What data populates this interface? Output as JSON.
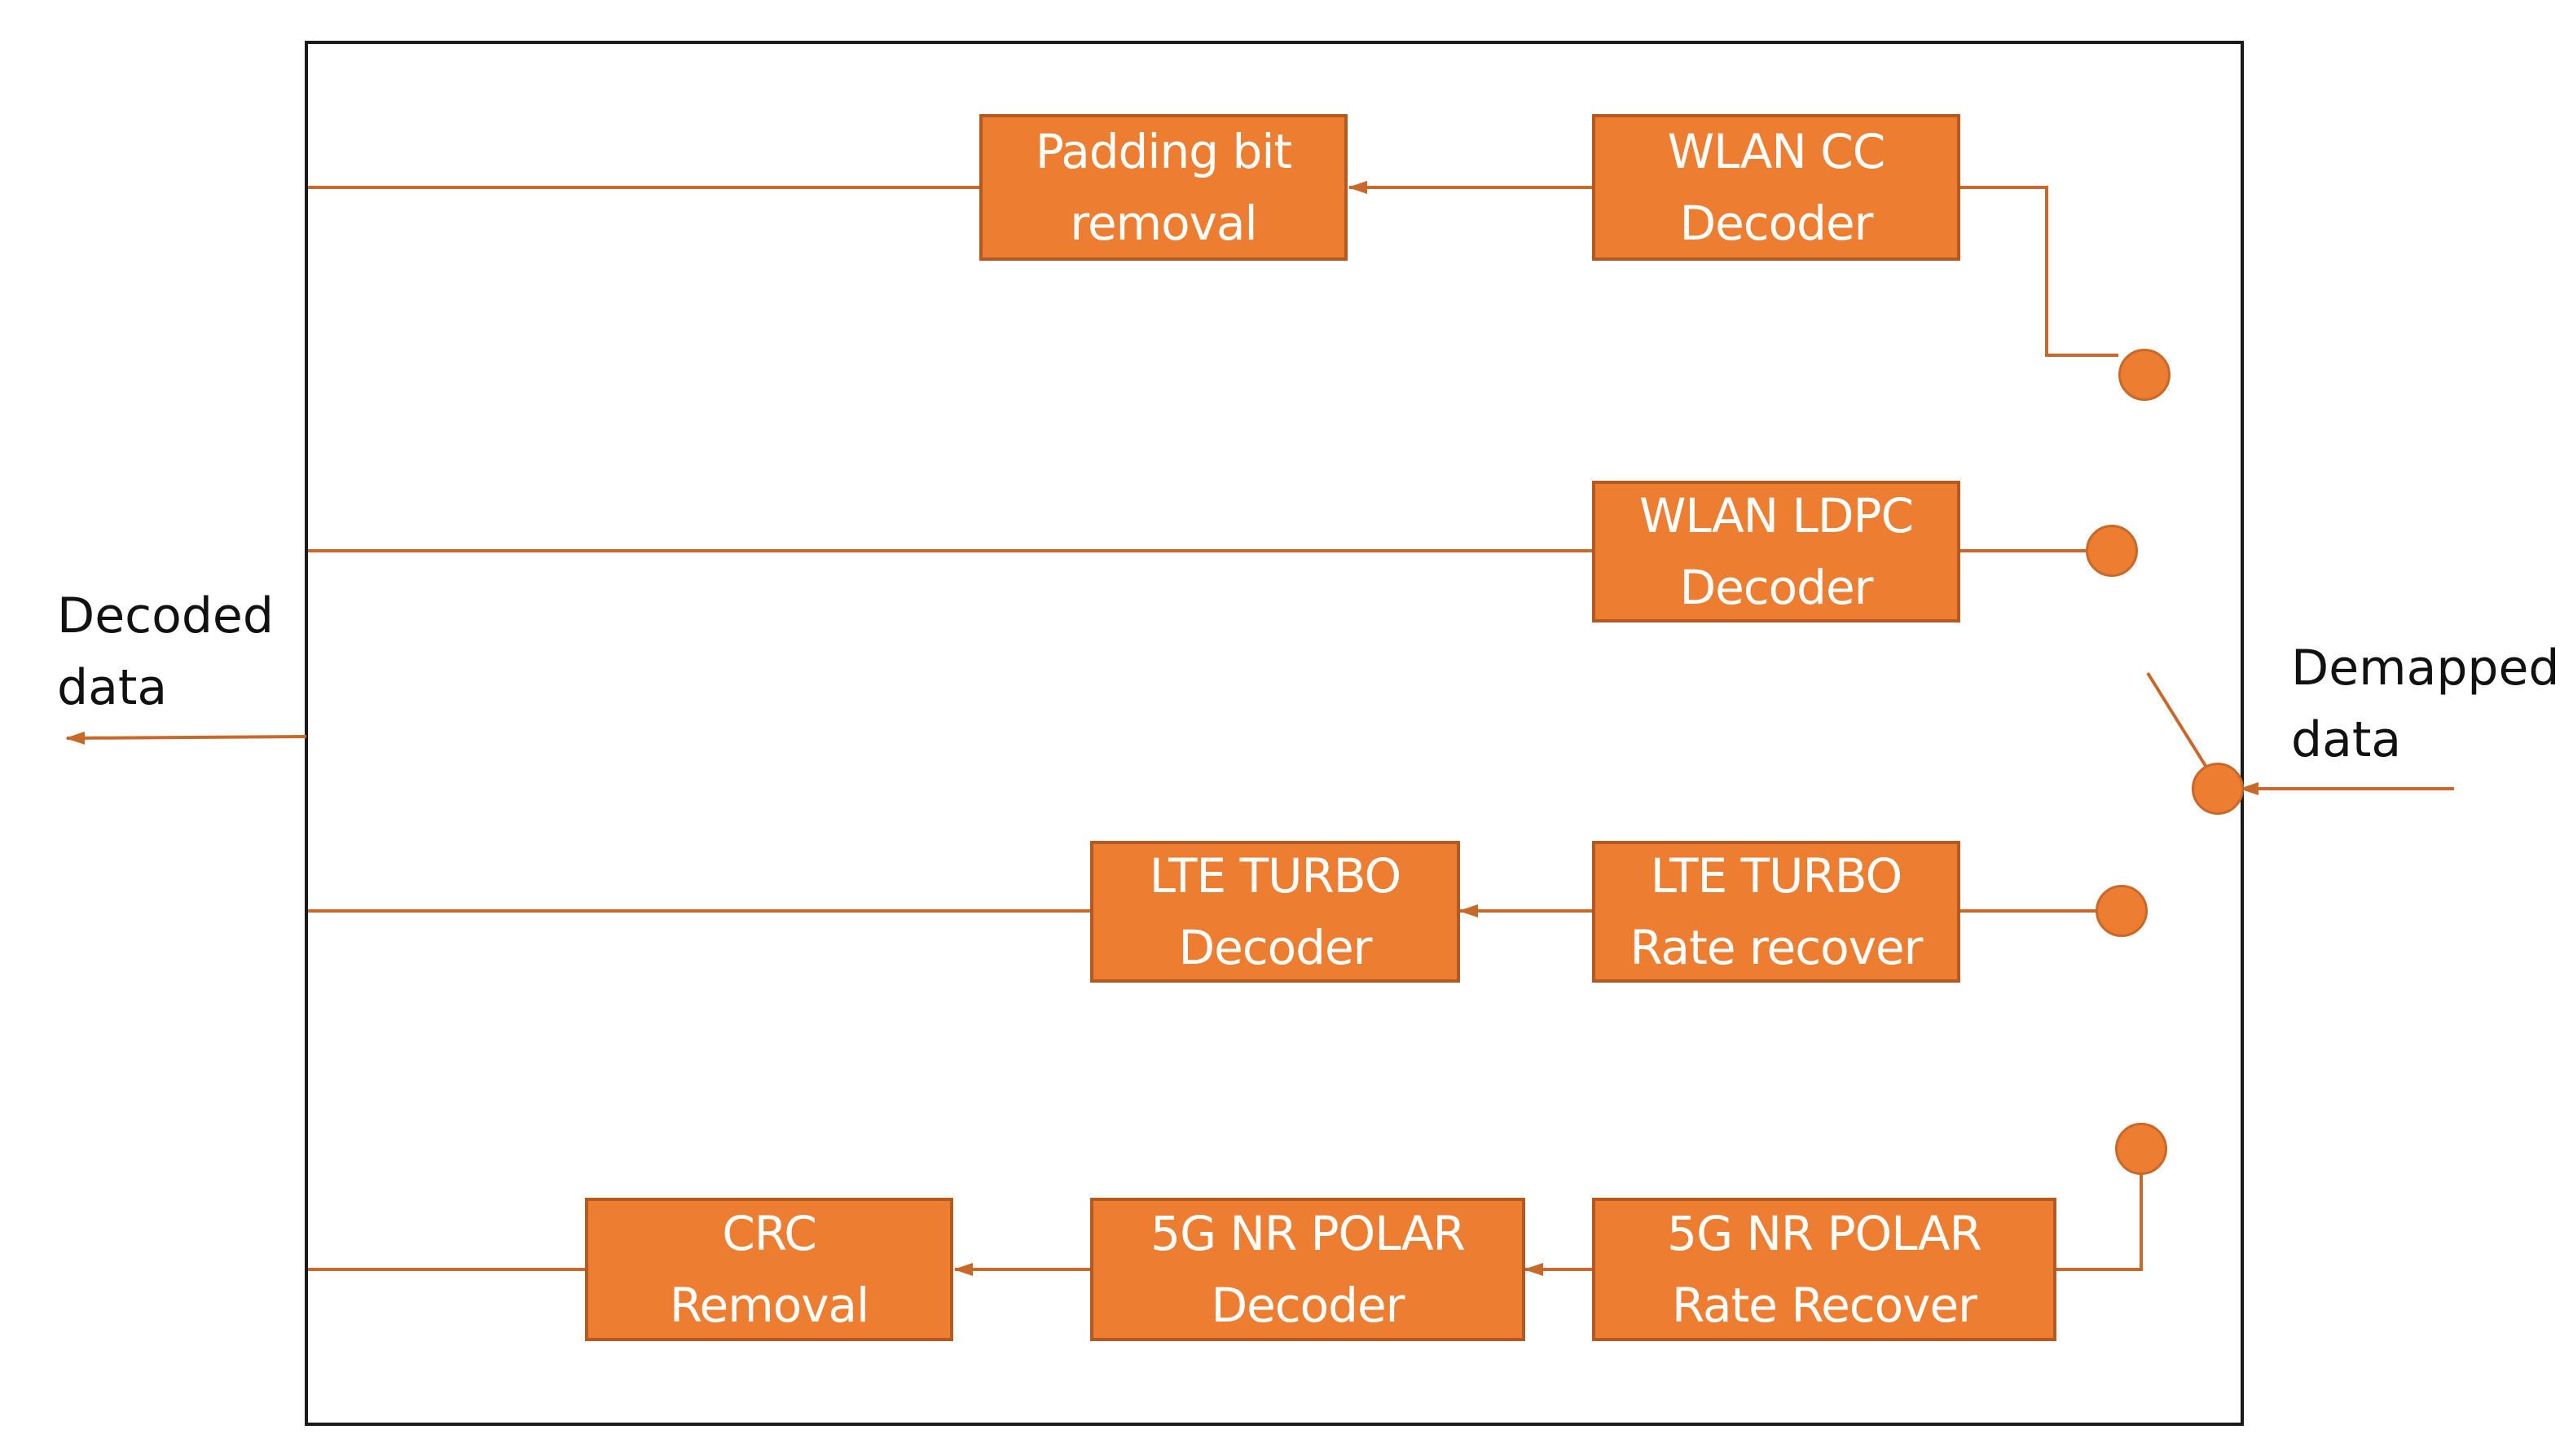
{
  "labels": {
    "output": [
      "Decoded",
      "data"
    ],
    "input": [
      "Demapped",
      "data"
    ]
  },
  "blocks": {
    "padding_bit_removal": [
      "Padding bit",
      "removal"
    ],
    "wlan_cc_decoder": [
      "WLAN CC",
      "Decoder"
    ],
    "wlan_ldpc_decoder": [
      "WLAN LDPC",
      "Decoder"
    ],
    "lte_turbo_decoder": [
      "LTE TURBO",
      "Decoder"
    ],
    "lte_turbo_rate_recover": [
      "LTE TURBO",
      "Rate recover"
    ],
    "crc_removal": [
      "CRC",
      "Removal"
    ],
    "nr_polar_decoder": [
      "5G NR POLAR",
      "Decoder"
    ],
    "nr_polar_rate_recover": [
      "5G NR POLAR",
      "Rate Recover"
    ]
  },
  "colors": {
    "block_fill": "#ED7D31",
    "block_border": "#B25A22",
    "line": "#C8682A",
    "frame": "#1a1a1a",
    "text_block": "#ffffff",
    "text_label": "#111111"
  }
}
